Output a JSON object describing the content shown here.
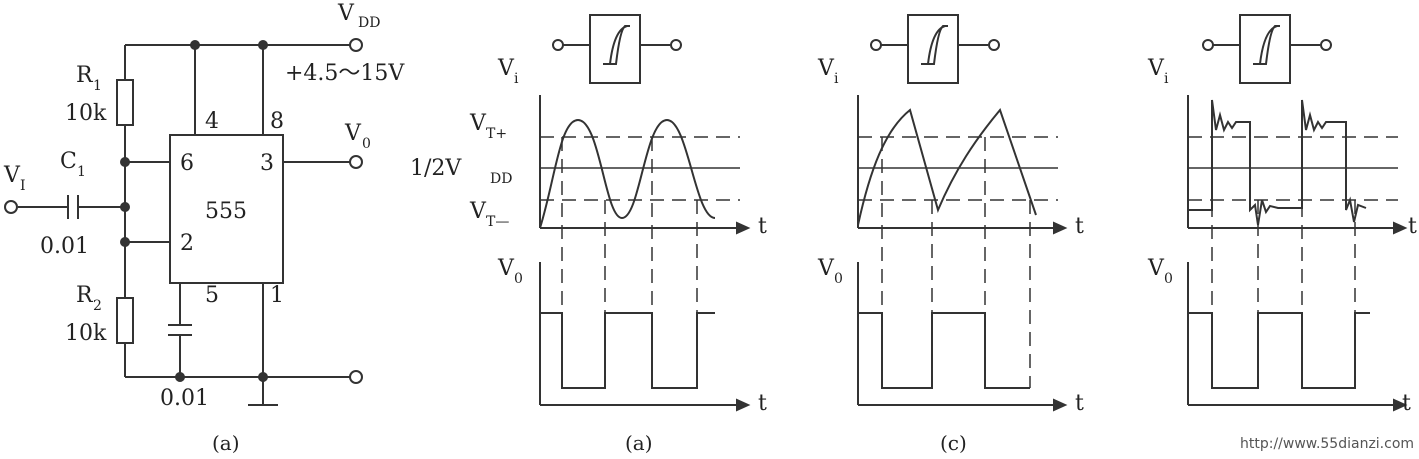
{
  "circuit": {
    "supply_label": "V",
    "supply_sub": "DD",
    "supply_range": "+4.5～15V",
    "r1_name": "R",
    "r1_sub": "1",
    "r1_value": "10k",
    "r2_name": "R",
    "r2_sub": "2",
    "r2_value": "10k",
    "c1_name": "C",
    "c1_sub": "1",
    "c1_value": "0.01",
    "c5_value": "0.01",
    "input_label": "V",
    "input_sub": "I",
    "output_label": "V",
    "output_sub": "0",
    "chip_name": "555",
    "pins": {
      "p4": "4",
      "p8": "8",
      "p6": "6",
      "p3": "3",
      "p2": "2",
      "p5": "5",
      "p1": "1"
    },
    "caption": "(a)"
  },
  "waveforms": {
    "vi_label": "V",
    "vi_sub": "i",
    "vo_label": "V",
    "vo_sub": "0",
    "t_label": "t",
    "vt_plus": "V",
    "vt_plus_sub": "T+",
    "half_vdd": "1/2V",
    "half_vdd_sub": "DD",
    "vt_minus": "V",
    "vt_minus_sub": "T—",
    "panels": [
      {
        "caption": "(a)"
      },
      {
        "caption": "(c)"
      },
      {
        "caption": ""
      }
    ]
  },
  "watermark": "http://www.55dianzi.com"
}
